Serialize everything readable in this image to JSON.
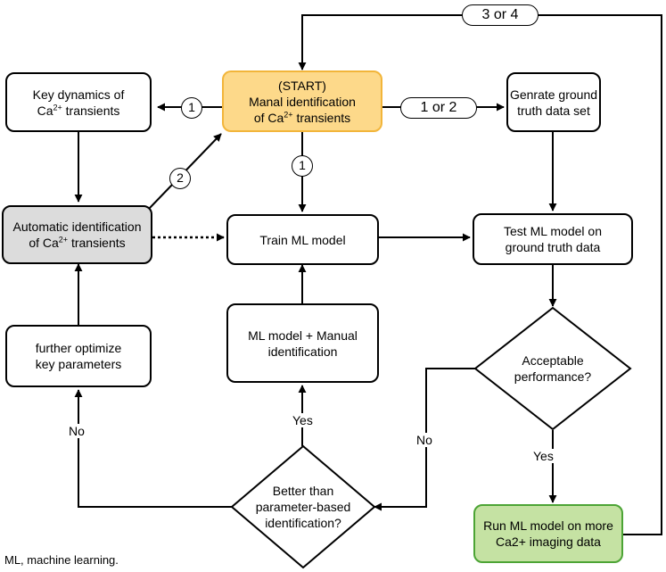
{
  "colors": {
    "start_fill": "#fdd98a",
    "start_border": "#f2b53a",
    "auto_fill": "#dcdcdc",
    "run_fill": "#c5e2a3",
    "run_border": "#4ca435",
    "line": "#000000"
  },
  "nodes": {
    "start": {
      "line1": "(START)",
      "line2": "Manal identification",
      "line3_pre": "of Ca",
      "line3_sup": "2+",
      "line3_post": " transients"
    },
    "key_dynamics": {
      "line1": "Key dynamics of",
      "line2_pre": "Ca",
      "line2_sup": "2+",
      "line2_post": " transients"
    },
    "ground_truth": {
      "line1": "Genrate ground",
      "line2": "truth data set"
    },
    "automatic": {
      "line1": "Automatic identification",
      "line2_pre": "of Ca",
      "line2_sup": "2+",
      "line2_post": " transients"
    },
    "train": {
      "line1": "Train ML model"
    },
    "test": {
      "line1": "Test ML model on",
      "line2": "ground truth data"
    },
    "further_optimize": {
      "line1": "further optimize",
      "line2": "key parameters"
    },
    "ml_manual": {
      "line1": "ML model + Manual",
      "line2": "identification"
    },
    "acceptable": {
      "line1": "Acceptable",
      "line2": "performance?"
    },
    "better": {
      "line1": "Better than",
      "line2": "parameter-based",
      "line3": "identification?"
    },
    "run": {
      "line1": "Run ML model on more",
      "line2": "Ca2+ imaging data"
    }
  },
  "edge_labels": {
    "circle_1_left": "1",
    "circle_1_down": "1",
    "circle_2": "2",
    "pill_1_or_2": "1 or 2",
    "pill_3_or_4": "3 or 4",
    "yes_acceptable": "Yes",
    "no_acceptable": "No",
    "yes_better": "Yes",
    "no_better": "No"
  },
  "footnote": "ML, machine learning."
}
